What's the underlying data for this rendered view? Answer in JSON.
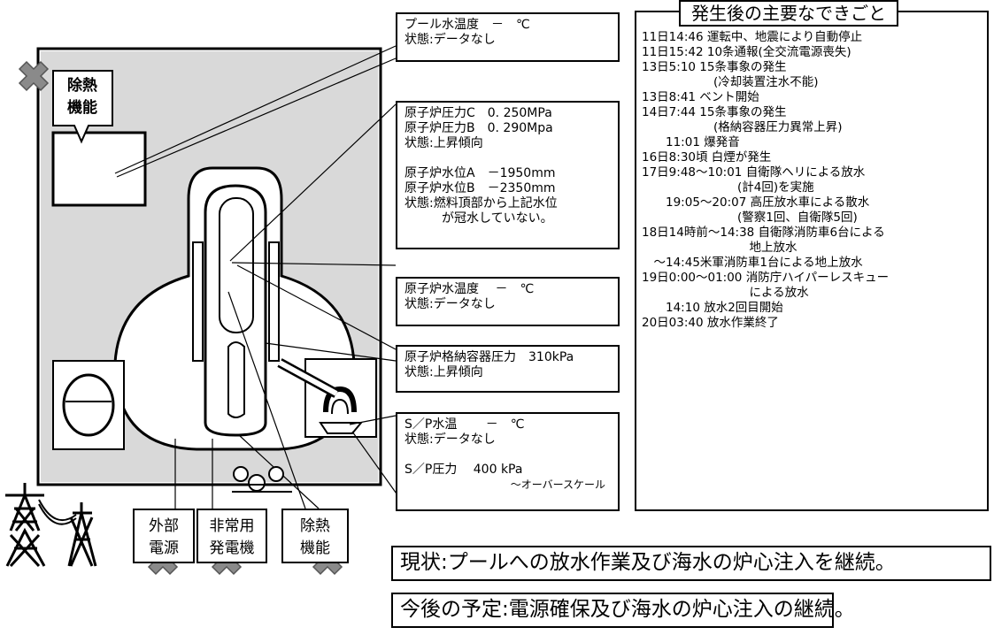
{
  "labels": {
    "heat_removal_top": "除熱\n機能",
    "bottom_boxes": [
      {
        "text": "外部\n電源"
      },
      {
        "text": "非常用\n発電機"
      },
      {
        "text": "除熱\n機能"
      }
    ]
  },
  "readouts": {
    "pool_temp": [
      "プール水温度　－　℃",
      "状態:データなし"
    ],
    "reactor_pressure": [
      "原子炉圧力C　0. 250MPa",
      "原子炉圧力B　0. 290Mpa",
      "状態:上昇傾向",
      "",
      "原子炉水位A　－1950mm",
      "原子炉水位B　－2350mm",
      "状態:燃料頂部から上記水位",
      "　　　が冠水していない。"
    ],
    "reactor_water_temp": [
      "原子炉水温度　 －　℃",
      "状態:データなし"
    ],
    "containment_pressure": [
      "原子炉格納容器圧力　310kPa",
      "状態:上昇傾向"
    ],
    "sp": [
      "S／P水温　　 －　℃",
      "状態:データなし",
      "",
      "S／P圧力　 400 kPa"
    ],
    "sp_note": "～オーバースケール"
  },
  "events": {
    "title": "発生後の主要なできごと",
    "items": [
      "11日14:46 運転中、地震により自動停止",
      "11日15:42 10条通報(全交流電源喪失)",
      "13日5:10  15条事象の発生",
      "　　　　　　(冷却装置注水不能)",
      "13日8:41  ベント開始",
      "14日7:44  15条事象の発生",
      "　　　　　　(格納容器圧力異常上昇)",
      "　　11:01 爆発音",
      "16日8:30頃  白煙が発生",
      "17日9:48～10:01  自衛隊ヘリによる放水",
      "　　　　　　　　(計4回)を実施",
      "　　19:05～20:07  高圧放水車による散水",
      "　　　　　　　　(警察1回、自衛隊5回)",
      "18日14時前～14:38 自衛隊消防車6台による",
      "　　　　　　　　　地上放水",
      "　～14:45米軍消防車1台による地上放水",
      "19日0:00～01:00  消防庁ハイパーレスキュー",
      "　　　　　　　　　による放水",
      "　　14:10  放水2回目開始",
      "20日03:40  放水作業終了"
    ]
  },
  "status": {
    "current": "現状:プールへの放水作業及び海水の炉心注入を継続。",
    "plan": "今後の予定:電源確保及び海水の炉心注入の継続。"
  }
}
